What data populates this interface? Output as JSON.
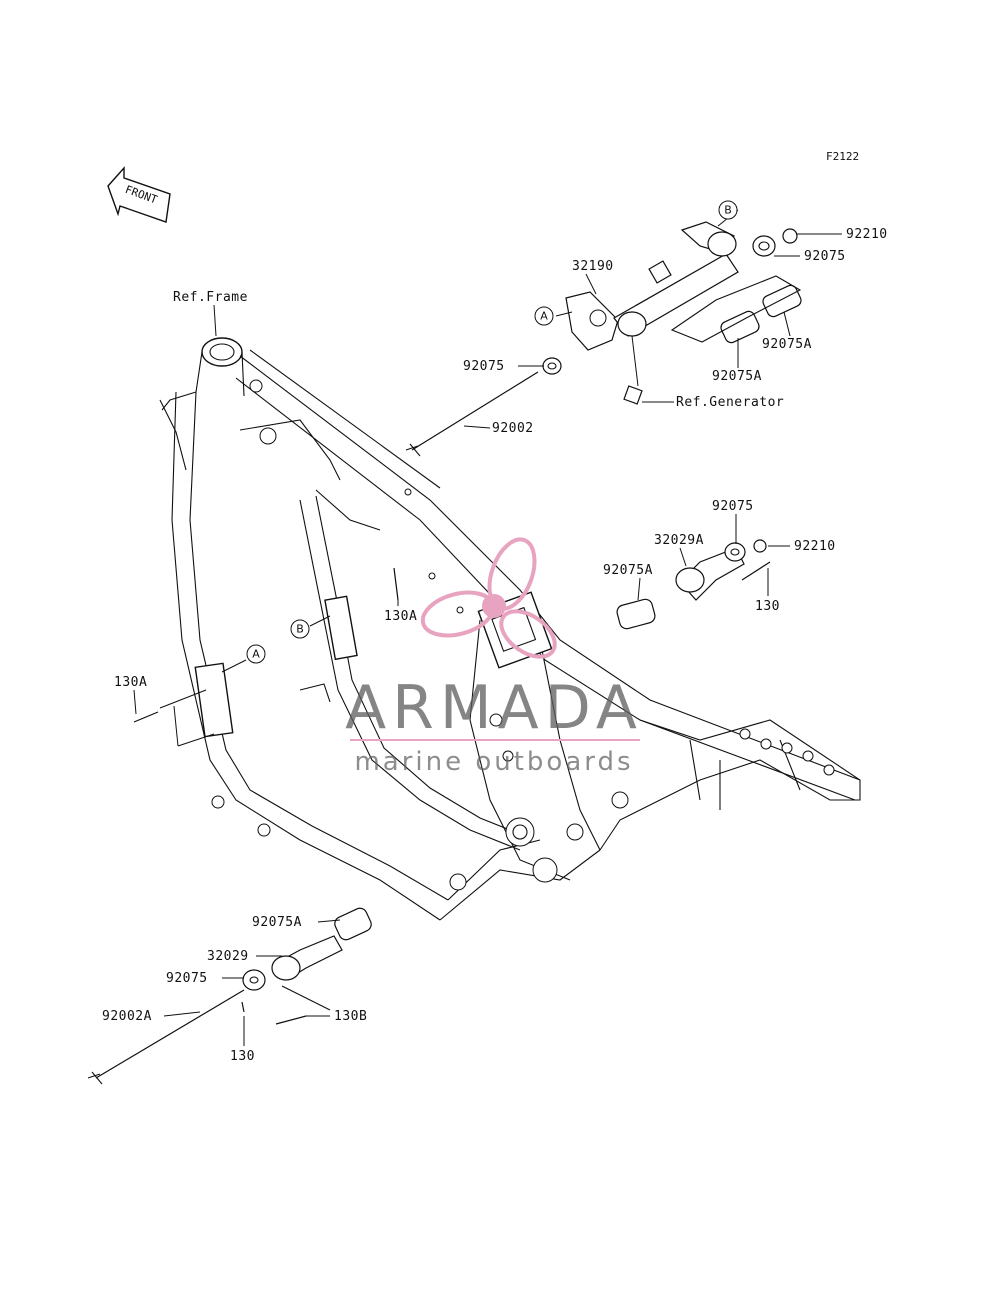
{
  "figure_code": "F2122",
  "front_arrow_text": "FRONT",
  "references": {
    "frame": "Ref.Frame",
    "generator": "Ref.Generator"
  },
  "callouts": {
    "a_top": "A",
    "b_top": "B",
    "b_frame": "B",
    "a_frame": "A"
  },
  "part_labels": {
    "p32190": "32190",
    "p92210_top": "92210",
    "p92075_top": "92075",
    "p92075A_top_right": "92075A",
    "p92075A_top_mid": "92075A",
    "p92075_upper_left": "92075",
    "p92002": "92002",
    "p92075_mid": "92075",
    "p32029A": "32029A",
    "p92210_mid": "92210",
    "p92075A_mid": "92075A",
    "p130_mid": "130",
    "p130A_frame_right": "130A",
    "p130A_frame_left": "130A",
    "p92075A_low": "92075A",
    "p32029": "32029",
    "p92075_low": "92075",
    "p92002A": "92002A",
    "p130_low": "130",
    "p130B": "130B"
  },
  "watermark": {
    "brand": "ARMADA",
    "tagline": "marine outboards",
    "accent_color": "#e8a3c0",
    "text_color": "#5c5c5c"
  }
}
